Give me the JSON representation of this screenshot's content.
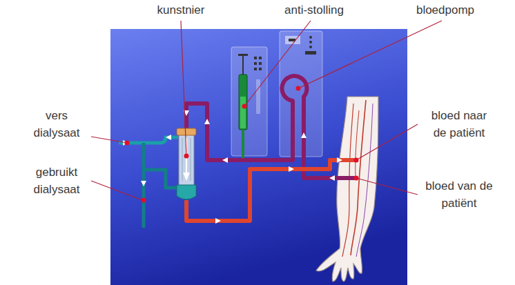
{
  "diagram": {
    "labels": [
      "kunstnier",
      "anti-stolling",
      "bloedpomp",
      "vers dialysaat",
      "gebruikt dialysaat",
      "bloed naar de patiënt",
      "bloed van de patiënt"
    ]
  }
}
